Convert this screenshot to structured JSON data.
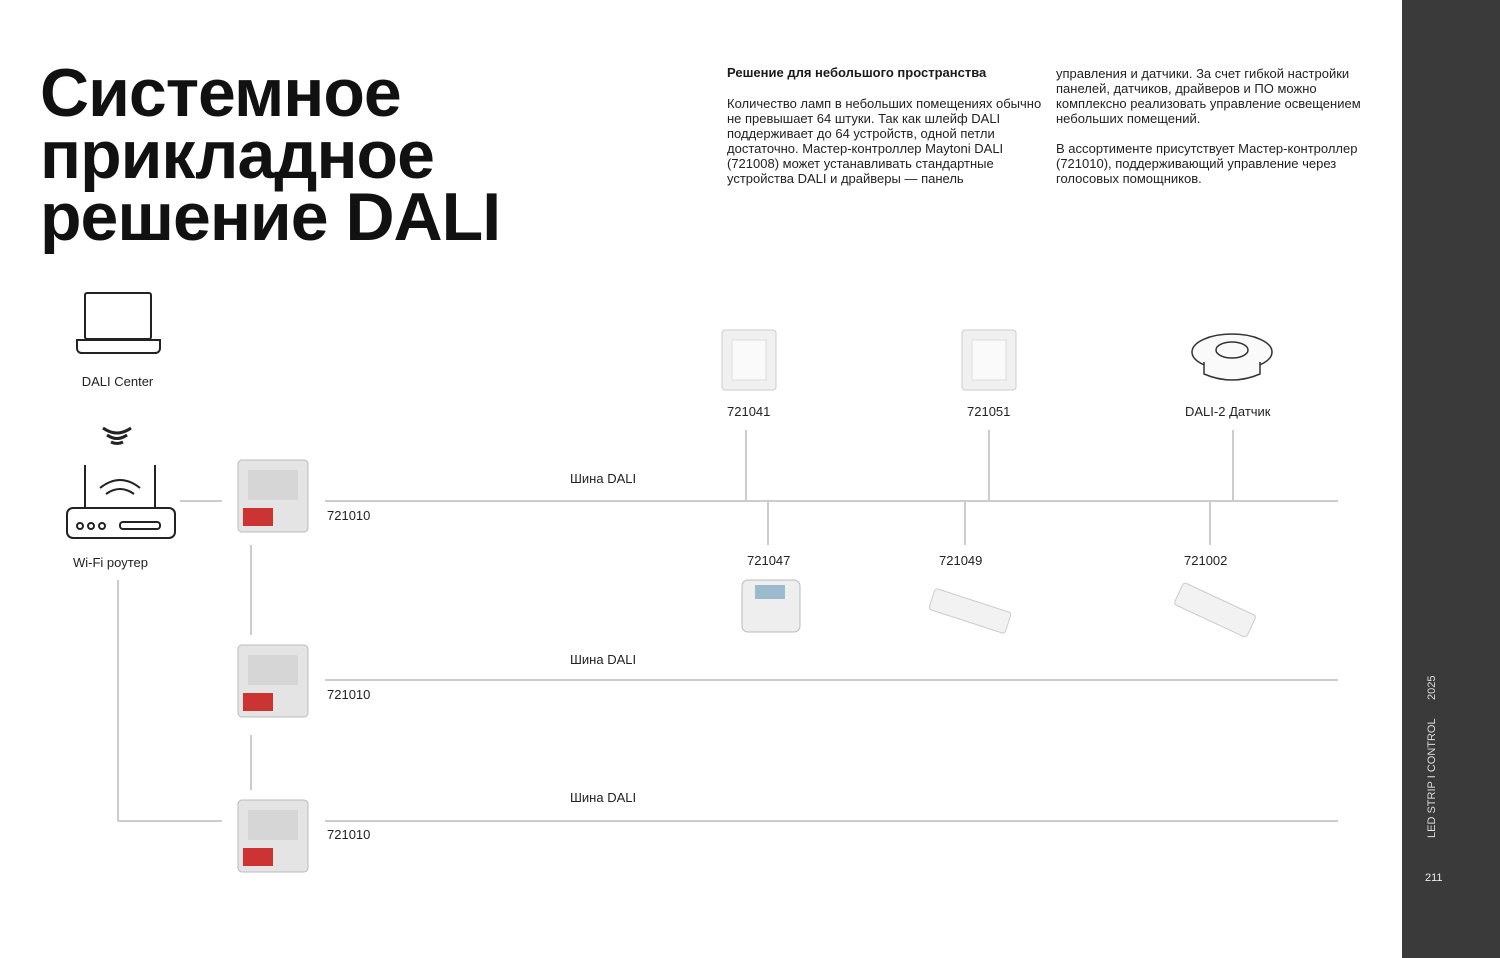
{
  "title": {
    "line1": "Системное",
    "line2": "прикладное",
    "line3": "решение DALI"
  },
  "intro": {
    "heading": "Решение для небольшого пространства",
    "p1": "Количество ламп в небольших помещениях обычно не превышает 64 штуки. Так как шлейф DALI поддерживает до 64 устройств, одной петли достаточно. Мастер-контроллер Maytoni DALI (721008) может устанавливать стандартные устройства DALI и драйверы — панель",
    "p2": "управления и датчики. За счет гибкой настройки панелей, датчиков, драйверов и ПО можно комплексно реализовать управление освещением небольших помещений.",
    "p3": "В ассортименте присутствует Мастер-контроллер (721010), поддерживающий управление через голосовых помощников."
  },
  "diagram": {
    "dali_center": "DALI Center",
    "router": "Wi-Fi роутер",
    "bus": "Шина DALI",
    "controller": "721010",
    "top_devices": [
      "721041",
      "721051",
      "DALI-2 Датчик"
    ],
    "bottom_devices": [
      "721047",
      "721049",
      "721002"
    ]
  },
  "sidebar": {
    "year": "2025",
    "section": "LED STRIP  I  CONTROL",
    "page": "211"
  }
}
